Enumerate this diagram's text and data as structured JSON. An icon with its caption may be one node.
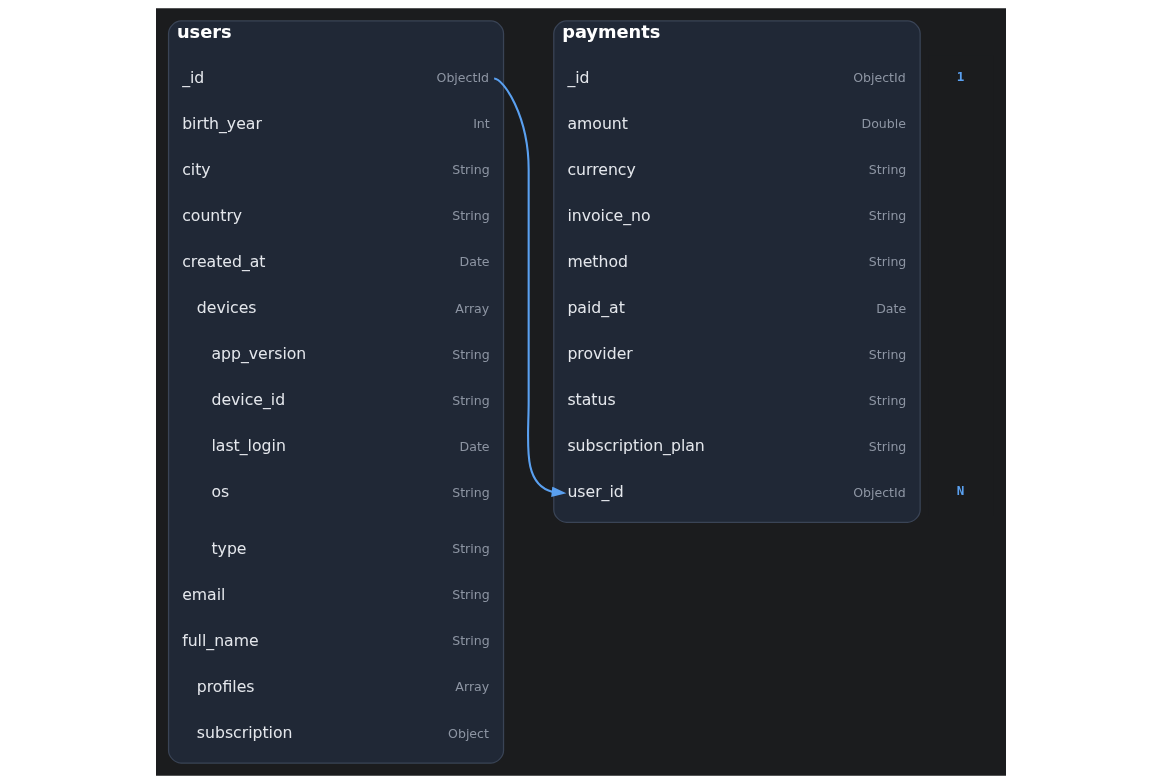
{
  "diagram": {
    "nodes": [
      {
        "text": [
          "users"
        ]
      },
      {
        "text": [
          "_id",
          "ObjectId"
        ],
        "in": 0
      },
      {
        "text": [
          "birth_year",
          "Int"
        ],
        "in": 0
      },
      {
        "text": [
          "city",
          "String"
        ],
        "in": 0
      },
      {
        "text": [
          "country",
          "String"
        ],
        "in": 0
      },
      {
        "text": [
          "created_at",
          "Date"
        ],
        "in": 0
      },
      {
        "text": [
          "devices",
          "Array"
        ],
        "in": 0
      },
      {
        "text": [
          "app_version",
          "String"
        ],
        "in": 0
      },
      {
        "text": [
          "device_id",
          "String"
        ],
        "in": 0
      },
      {
        "text": [
          "last_login",
          "Date"
        ],
        "in": 0
      },
      {
        "text": [
          "os",
          "String"
        ],
        "in": 0
      },
      {
        "text": [
          "type",
          "String"
        ],
        "in": 0
      },
      {
        "text": [
          "email",
          "String"
        ],
        "in": 0
      },
      {
        "text": [
          "full_name",
          "String"
        ],
        "in": 0
      },
      {
        "text": [
          "profiles",
          "Array"
        ],
        "in": 0
      },
      {
        "text": [
          "subscription",
          "Object"
        ],
        "in": 0
      },
      {
        "text": [
          "payments"
        ]
      },
      {
        "text": [
          "_id",
          "ObjectId"
        ],
        "in": 16
      },
      {
        "text": [
          "amount",
          "Double"
        ],
        "in": 16
      },
      {
        "text": [
          "currency",
          "String"
        ],
        "in": 16
      },
      {
        "text": [
          "invoice_no",
          "String"
        ],
        "in": 16
      },
      {
        "text": [
          "method",
          "String"
        ],
        "in": 16
      },
      {
        "text": [
          "paid_at",
          "Date"
        ],
        "in": 16
      },
      {
        "text": [
          "provider",
          "String"
        ],
        "in": 16
      },
      {
        "text": [
          "status",
          "String"
        ],
        "in": 16
      },
      {
        "text": [
          "subscription_plan",
          "String"
        ],
        "in": 16
      },
      {
        "text": [
          "user_id",
          "ObjectId"
        ],
        "in": 16
      }
    ],
    "edges": [
      {
        "from": 1,
        "to": 26,
        "arrow": "to"
      }
    ],
    "labels": [
      "1",
      "N"
    ]
  }
}
